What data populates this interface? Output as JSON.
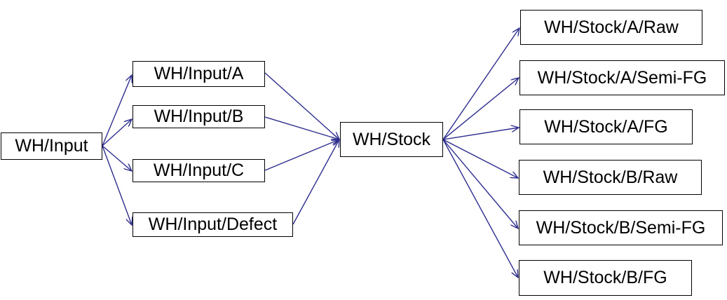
{
  "nodes": {
    "input": "WH/Input",
    "input_a": "WH/Input/A",
    "input_b": "WH/Input/B",
    "input_c": "WH/Input/C",
    "input_defect": "WH/Input/Defect",
    "stock": "WH/Stock",
    "stock_a_raw": "WH/Stock/A/Raw",
    "stock_a_semi": "WH/Stock/A/Semi-FG",
    "stock_a_fg": "WH/Stock/A/FG",
    "stock_b_raw": "WH/Stock/B/Raw",
    "stock_b_semi": "WH/Stock/B/Semi-FG",
    "stock_b_fg": "WH/Stock/B/FG"
  },
  "colors": {
    "arrow": "#2e2e8f",
    "border": "#000000"
  }
}
